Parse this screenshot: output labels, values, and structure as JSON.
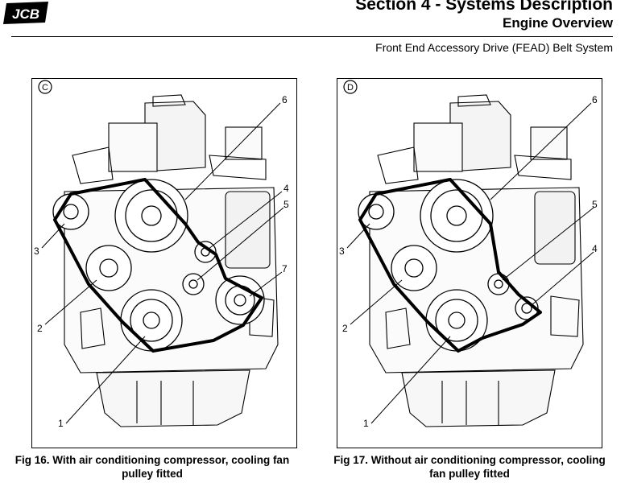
{
  "header": {
    "logo_text": "JCB",
    "section_title": "Section 4 - Systems Description",
    "sub_title": "Engine Overview",
    "section_subtitle": "Front End Accessory Drive (FEAD) Belt System"
  },
  "figures": [
    {
      "panel_label": "C",
      "callouts": {
        "c1": "1",
        "c2": "2",
        "c3": "3",
        "c4": "4",
        "c5": "5",
        "c6": "6",
        "c7": "7"
      },
      "caption_line1": "Fig 16. With air conditioning compressor, cooling fan",
      "caption_line2": "pulley fitted"
    },
    {
      "panel_label": "D",
      "callouts": {
        "c1": "1",
        "c2": "2",
        "c3": "3",
        "c4": "4",
        "c5": "5",
        "c6": "6"
      },
      "caption_line1": "Fig 17. Without air conditioning compressor, cooling",
      "caption_line2": "fan pulley fitted"
    }
  ]
}
